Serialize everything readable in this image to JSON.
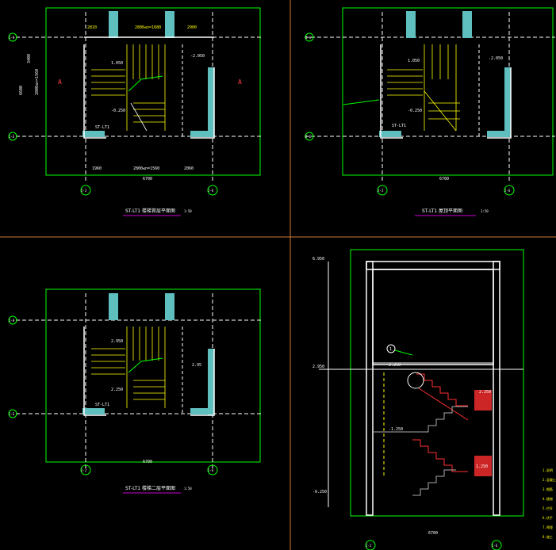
{
  "drawings": {
    "plan1": {
      "title": "ST-LT1 楼梯首层平面图",
      "scale": "1:50",
      "dim_top_1": "2810",
      "dim_top_2": "2800≤n=1680",
      "dim_top_3": "2900",
      "dim_bottom_1": "1960",
      "dim_bottom_2": "2800≤n=1560",
      "dim_bottom_3": "2060",
      "dim_total": "6700",
      "dim_left_1": "3400",
      "dim_left_2": "2800≤n=1560",
      "dim_left_total": "6600",
      "level_1": "1.050",
      "level_2": "-2.050",
      "level_3": "-0.250",
      "stair_tag": "ST-LT1",
      "section_mark": "A",
      "axis_left": "2-2",
      "axis_right": "2-6",
      "axis_top": "2-H",
      "axis_bottom": "2-E"
    },
    "plan2": {
      "title": "ST-LT1 屋顶平面图",
      "scale": "1:50",
      "level_1": "1.050",
      "level_2": "-2.050",
      "level_3": "-0.250",
      "stair_tag": "ST-LT1",
      "dim_total": "6700",
      "axis_left": "2-2",
      "axis_right": "2-6",
      "axis_top": "2-H",
      "axis_bottom": "2-E"
    },
    "plan3": {
      "title": "ST-LT1 楼梯二层平面图",
      "scale": "1:50",
      "level_1": "2.950",
      "level_2": "2.95",
      "level_3": "2.250",
      "stair_tag": "ST-LT1",
      "dim_total": "6700",
      "axis_left": "2-2",
      "axis_right": "2-6",
      "axis_top": "2-H",
      "axis_bottom": "2-E"
    },
    "section": {
      "title": "A-A 剖面图",
      "level_top": "6.950",
      "level_mid": "2.950",
      "level_low": "-0.250",
      "level_landing_1": "2.250",
      "level_landing_2": "-1.250",
      "level_right_1": "2.250",
      "level_right_2": "1.250",
      "dim_total": "6700",
      "axis_left": "2-2",
      "axis_right": "2-6",
      "detail_no": "1"
    }
  },
  "notes": [
    "1.说明",
    "2.混凝土",
    "3.钢筋",
    "4.楼梯",
    "5.栏杆",
    "6.扶手",
    "7.预埋",
    "8.施工"
  ],
  "colors": {
    "background": "#000000",
    "axis": "#ffffff",
    "dimension": "#00ff00",
    "wall": "#5fbfbf",
    "text_yellow": "#ffff00",
    "stair": "#ffff00",
    "hatch": "#ff3030",
    "frame": "#ff9933",
    "underline": "#cc00cc"
  }
}
